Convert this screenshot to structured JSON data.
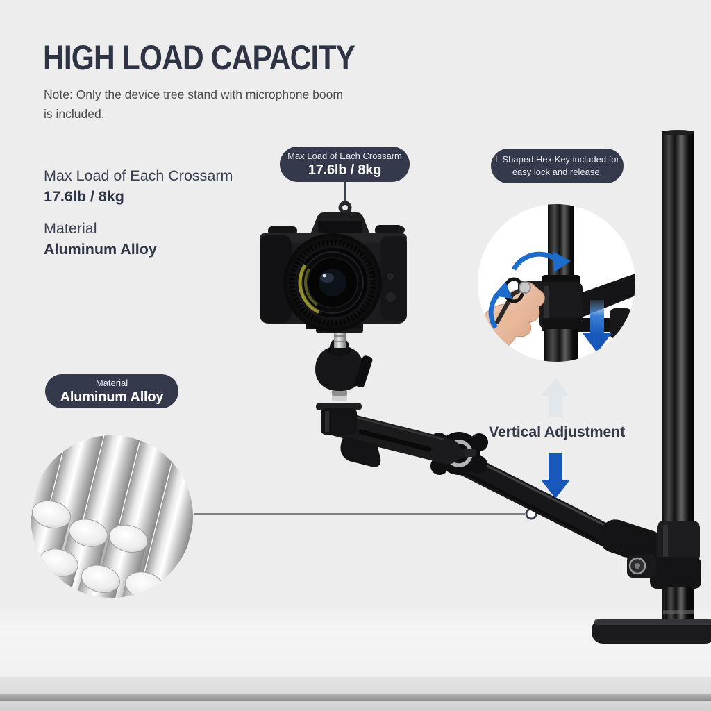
{
  "header": {
    "title": "HIGH LOAD CAPACITY",
    "note": "Note: Only the device tree stand with microphone boom is included."
  },
  "specs": {
    "load_label": "Max Load of Each Crossarm",
    "load_value": "17.6lb / 8kg",
    "material_label": "Material",
    "material_value": "Aluminum Alloy"
  },
  "badges": {
    "max_load": {
      "label": "Max Load of Each Crossarm",
      "value": "17.6lb / 8kg"
    },
    "hex_key": {
      "text": "L Shaped Hex Key included for easy lock and release."
    },
    "material": {
      "label": "Material",
      "value": "Aluminum Alloy"
    }
  },
  "annotations": {
    "vertical_adjustment": "Vertical Adjustment"
  },
  "icons": {
    "up_arrow": "up-arrow-icon",
    "down_arrow": "down-arrow-icon",
    "rotate_arrows": "rotation-arrow-icons",
    "camera": "dslr-camera-photo",
    "ball_head": "ball-head-mount",
    "crossarm": "articulating-crossarm",
    "pole": "vertical-pole",
    "desk_clamp": "desk-clamp-base",
    "aluminum_rods": "aluminum-rods-photo",
    "hand_hex_key": "hand-with-hex-key-photo"
  },
  "colors": {
    "background": "#EDEDED",
    "badge_bg": "#343A4C",
    "heading_text": "#2E3443",
    "note_text": "#4B4B4B",
    "spec_text": "#3A4050",
    "arrow_blue": "#1D65C6",
    "badge_text": "#FFFFFF",
    "product_black": "#141416",
    "aluminum_silver": "#D9D9D9"
  }
}
